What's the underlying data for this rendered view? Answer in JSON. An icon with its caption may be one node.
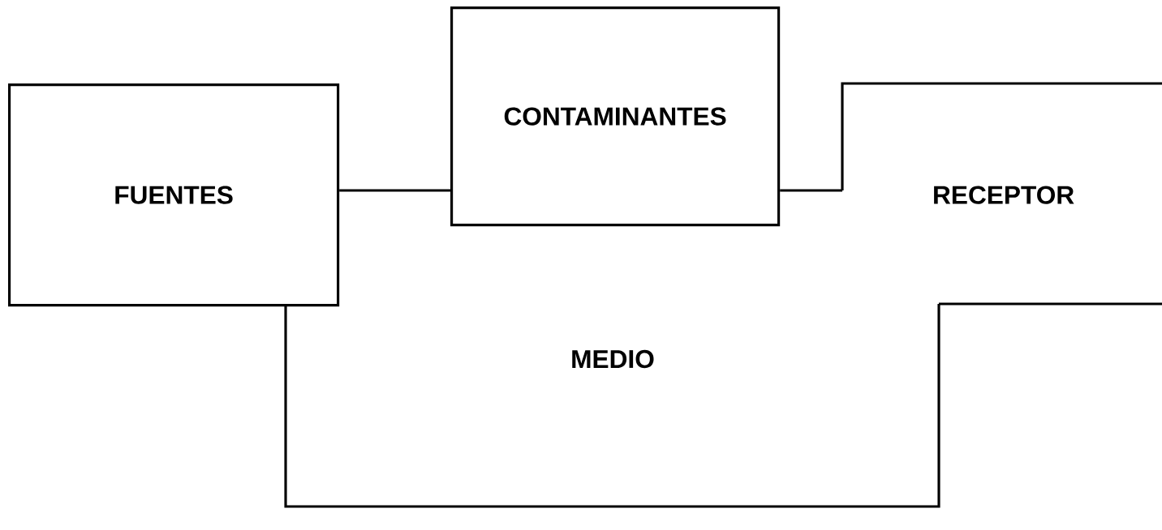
{
  "diagram": {
    "nodes": [
      {
        "text": [
          "FUENTES"
        ]
      },
      {
        "text": [
          "CONTAMINANTES"
        ]
      },
      {
        "text": [
          "RECEPTOR"
        ]
      },
      {
        "text": [
          "MEDIO"
        ]
      }
    ],
    "edges": [
      {
        "from": 0,
        "to": 1,
        "arrow": "none"
      },
      {
        "from": 1,
        "to": 2,
        "arrow": "none"
      }
    ]
  }
}
